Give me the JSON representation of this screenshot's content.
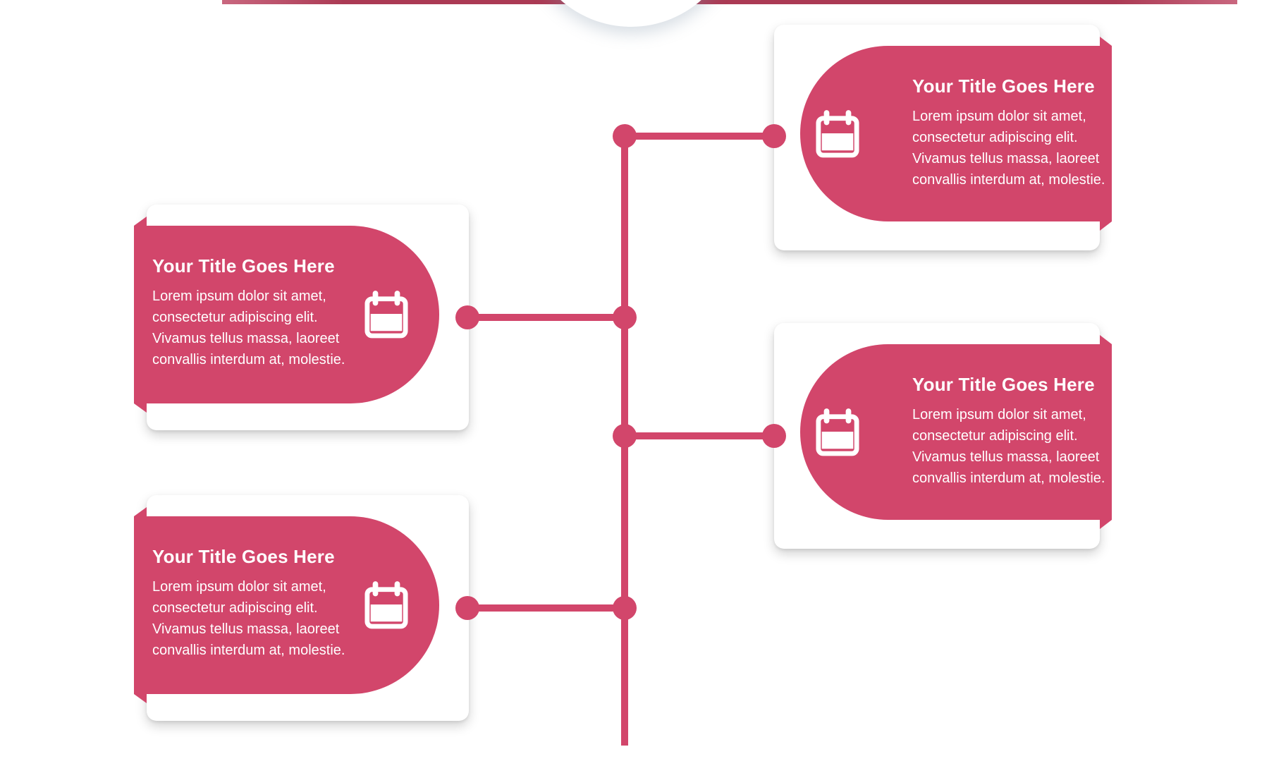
{
  "theme": {
    "accent": "#d2466b",
    "card_background": "#ffffff",
    "text_on_accent": "#ffffff",
    "page_background": "#ffffff",
    "header_strip_color": "#ab3a54"
  },
  "timeline": {
    "orientation": "vertical",
    "node_count": 4
  },
  "cards": [
    {
      "position": "top-right",
      "icon": "calendar-icon",
      "title": "Your Title Goes Here",
      "lines": [
        "Lorem ipsum dolor sit amet,",
        "consectetur adipiscing elit.",
        "Vivamus tellus massa, laoreet",
        "convallis interdum at, molestie."
      ]
    },
    {
      "position": "middle-left",
      "icon": "calendar-icon",
      "title": "Your Title Goes Here",
      "lines": [
        "Lorem ipsum dolor sit amet,",
        "consectetur adipiscing elit.",
        "Vivamus tellus massa, laoreet",
        "convallis interdum at, molestie."
      ]
    },
    {
      "position": "middle-right",
      "icon": "calendar-icon",
      "title": "Your Title Goes Here",
      "lines": [
        "Lorem ipsum dolor sit amet,",
        "consectetur adipiscing elit.",
        "Vivamus tellus massa, laoreet",
        "convallis interdum at, molestie."
      ]
    },
    {
      "position": "bottom-left",
      "icon": "calendar-icon",
      "title": "Your Title Goes Here",
      "lines": [
        "Lorem ipsum dolor sit amet,",
        "consectetur adipiscing elit.",
        "Vivamus tellus massa, laoreet",
        "convallis interdum at, molestie."
      ]
    }
  ]
}
